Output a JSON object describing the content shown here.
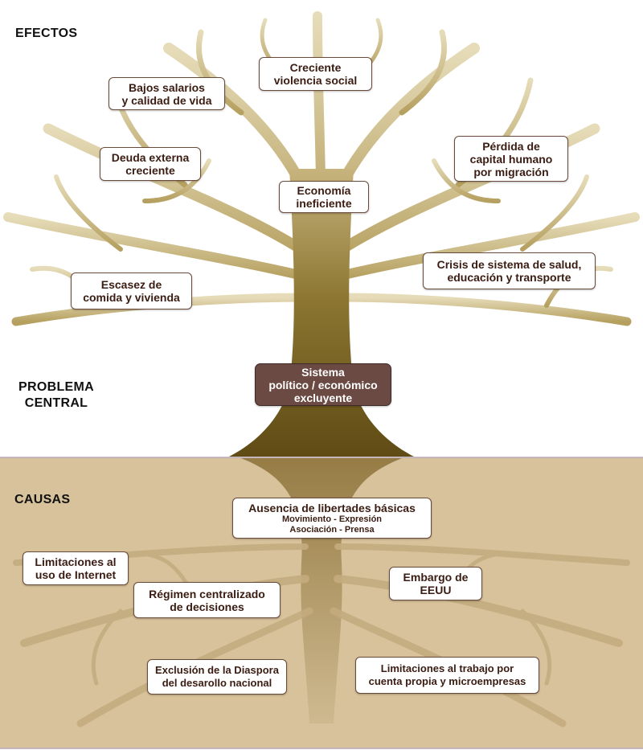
{
  "sections": {
    "effects": "EFECTOS",
    "problem_line1": "PROBLEMA",
    "problem_line2": "CENTRAL",
    "causes": "CAUSAS"
  },
  "colors": {
    "trunk": "#6f5a1c",
    "branch_light": "#c9b98a",
    "ground": "#d8c29b",
    "ground_line": "#b9a8b8",
    "center_box": "#6b4a44",
    "box_text": "#3a1c12"
  },
  "effects": [
    {
      "id": "bajos-salarios",
      "lines": [
        "Bajos salarios",
        "y calidad de vida"
      ]
    },
    {
      "id": "violencia-social",
      "lines": [
        "Creciente",
        "violencia social"
      ]
    },
    {
      "id": "deuda-externa",
      "lines": [
        "Deuda externa",
        "creciente"
      ]
    },
    {
      "id": "capital-humano",
      "lines": [
        "Pérdida de",
        "capital humano",
        "por migración"
      ]
    },
    {
      "id": "economia-ineficiente",
      "lines": [
        "Economía",
        "ineficiente"
      ]
    },
    {
      "id": "crisis-sistema",
      "lines": [
        "Crisis de sistema de salud,",
        "educación y transporte"
      ]
    },
    {
      "id": "escasez-comida",
      "lines": [
        "Escasez de",
        "comida y vivienda"
      ]
    }
  ],
  "central_problem": {
    "lines": [
      "Sistema",
      "político / económico",
      "excluyente"
    ]
  },
  "causes": [
    {
      "id": "ausencia-libertades",
      "lines": [
        "Ausencia de libertades básicas"
      ],
      "sublines": [
        "Movimiento - Expresión",
        "Asociación - Prensa"
      ]
    },
    {
      "id": "limitaciones-internet",
      "lines": [
        "Limitaciones al",
        "uso de Internet"
      ],
      "sublines": []
    },
    {
      "id": "regimen-centralizado",
      "lines": [
        "Régimen centralizado",
        "de decisiones"
      ],
      "sublines": []
    },
    {
      "id": "embargo-eeuu",
      "lines": [
        "Embargo de",
        "EEUU"
      ],
      "sublines": []
    },
    {
      "id": "exclusion-diaspora",
      "lines": [
        "Exclusión de la Diaspora",
        "del desarollo nacional"
      ],
      "sublines": []
    },
    {
      "id": "limitaciones-trabajo",
      "lines": [
        "Limitaciones al trabajo por",
        "cuenta propia y microempresas"
      ],
      "sublines": []
    }
  ]
}
